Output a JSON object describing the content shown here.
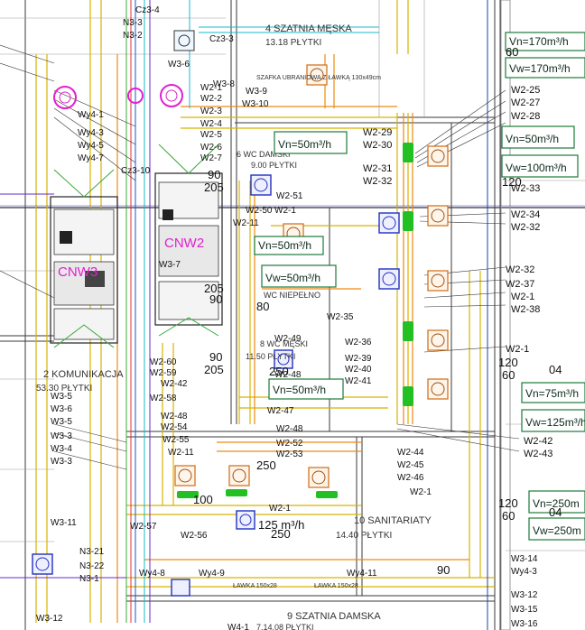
{
  "rooms": {
    "szatnia_meska": "4 SZATNIA MĘSKA",
    "szatnia_meska_area": "13.18 PŁYTKI",
    "wc_damski": "6 WC DAMSKI",
    "wc_damski_area": "9.00 PŁYTKI",
    "wc_niepelno": "WC NIEPEŁNO",
    "wc_meski": "8 WC MĘSKI",
    "wc_meski_area": "11.50 PŁYTKI",
    "komunikacja": "2 KOMUNIKACJA",
    "komunikacja_area": "53.30 PŁYTKI",
    "sanitariaty": "10 SANITARIATY",
    "sanitariaty_area": "14.40 PŁYTKI",
    "szatnia_damska": "9 SZATNIA DAMSKA",
    "szatnia_damska_area": "7.14.08 PŁYTKI",
    "lawka_top": "SZAFKA UBRANIOWA Z ŁAWKĄ 130x49cm",
    "lawka1": "ŁAWKA 150x28",
    "lawka2": "ŁAWKA 150x28"
  },
  "units": {
    "cnw2": "CNW2",
    "cnw3": "CNW3"
  },
  "flow_boxes": [
    {
      "text": "Vn=170m³/h"
    },
    {
      "text": "Vw=170m³/h"
    },
    {
      "text": "Vn=50m³/h"
    },
    {
      "text": "Vw=100m³/h"
    },
    {
      "text": "Vn=50m³/h"
    },
    {
      "text": "Vw=50m³/h"
    },
    {
      "text": "Vn=50m³/h"
    },
    {
      "text": "Vn=50m³/h"
    },
    {
      "text": "Vn=75m³/h"
    },
    {
      "text": "Vw=125m³/h"
    },
    {
      "text": "Vn=250m"
    },
    {
      "text": "Vw=250m"
    }
  ],
  "right_tags": [
    "W2-25",
    "W2-27",
    "W2-28",
    "W2-29",
    "W2-30",
    "W2-31",
    "W2-32",
    "W2-33",
    "W2-34",
    "W2-32",
    "W2-32",
    "W2-37",
    "W2-1",
    "W2-38",
    "W2-1",
    "W2-42",
    "W2-43"
  ],
  "mid_tags": [
    "W2-51",
    "W2-50",
    "W2-11",
    "W2-1",
    "W2-35",
    "W2-49",
    "W2-36",
    "W2-48",
    "W2-39",
    "W2-40",
    "W2-41",
    "W2-47",
    "W2-48",
    "W2-52",
    "W2-53",
    "W2-44",
    "W2-45",
    "W2-46",
    "W2-1",
    "W2-1",
    "W2-56",
    "W2-57",
    "W2-11",
    "W2-55",
    "W2-54",
    "W2-48",
    "W2-58",
    "W2-42",
    "W2-59",
    "W2-60"
  ],
  "left_tags": [
    "W3-5",
    "W3-6",
    "W3-5",
    "W3-3",
    "W3-4",
    "W3-3",
    "W3-11",
    "N3-21",
    "N3-22",
    "N3-1",
    "W3-12",
    "Wy4-1",
    "Wy4-3",
    "Wy4-5",
    "Wy4-7",
    "W2-1",
    "W2-2",
    "W2-3",
    "W2-4",
    "W2-5",
    "W2-6",
    "W2-7",
    "W3-7",
    "W3-9",
    "W3-10",
    "W3-8",
    "W3-6",
    "Cz3-4",
    "N3-3",
    "N3-2",
    "Cz3-3",
    "Cz3-10",
    "Wy4-8",
    "Wy4-9",
    "Wy4-11",
    "W3-14",
    "Wy4-3",
    "W3-12",
    "W3-15",
    "W3-16",
    "W4-1"
  ],
  "dims": [
    "90",
    "205",
    "60",
    "120",
    "90",
    "205",
    "90",
    "205",
    "120",
    "60",
    "120",
    "60",
    "90",
    "250",
    "125 m³/h",
    "250",
    "250",
    "100",
    "80"
  ],
  "levels": [
    "04",
    "04"
  ]
}
